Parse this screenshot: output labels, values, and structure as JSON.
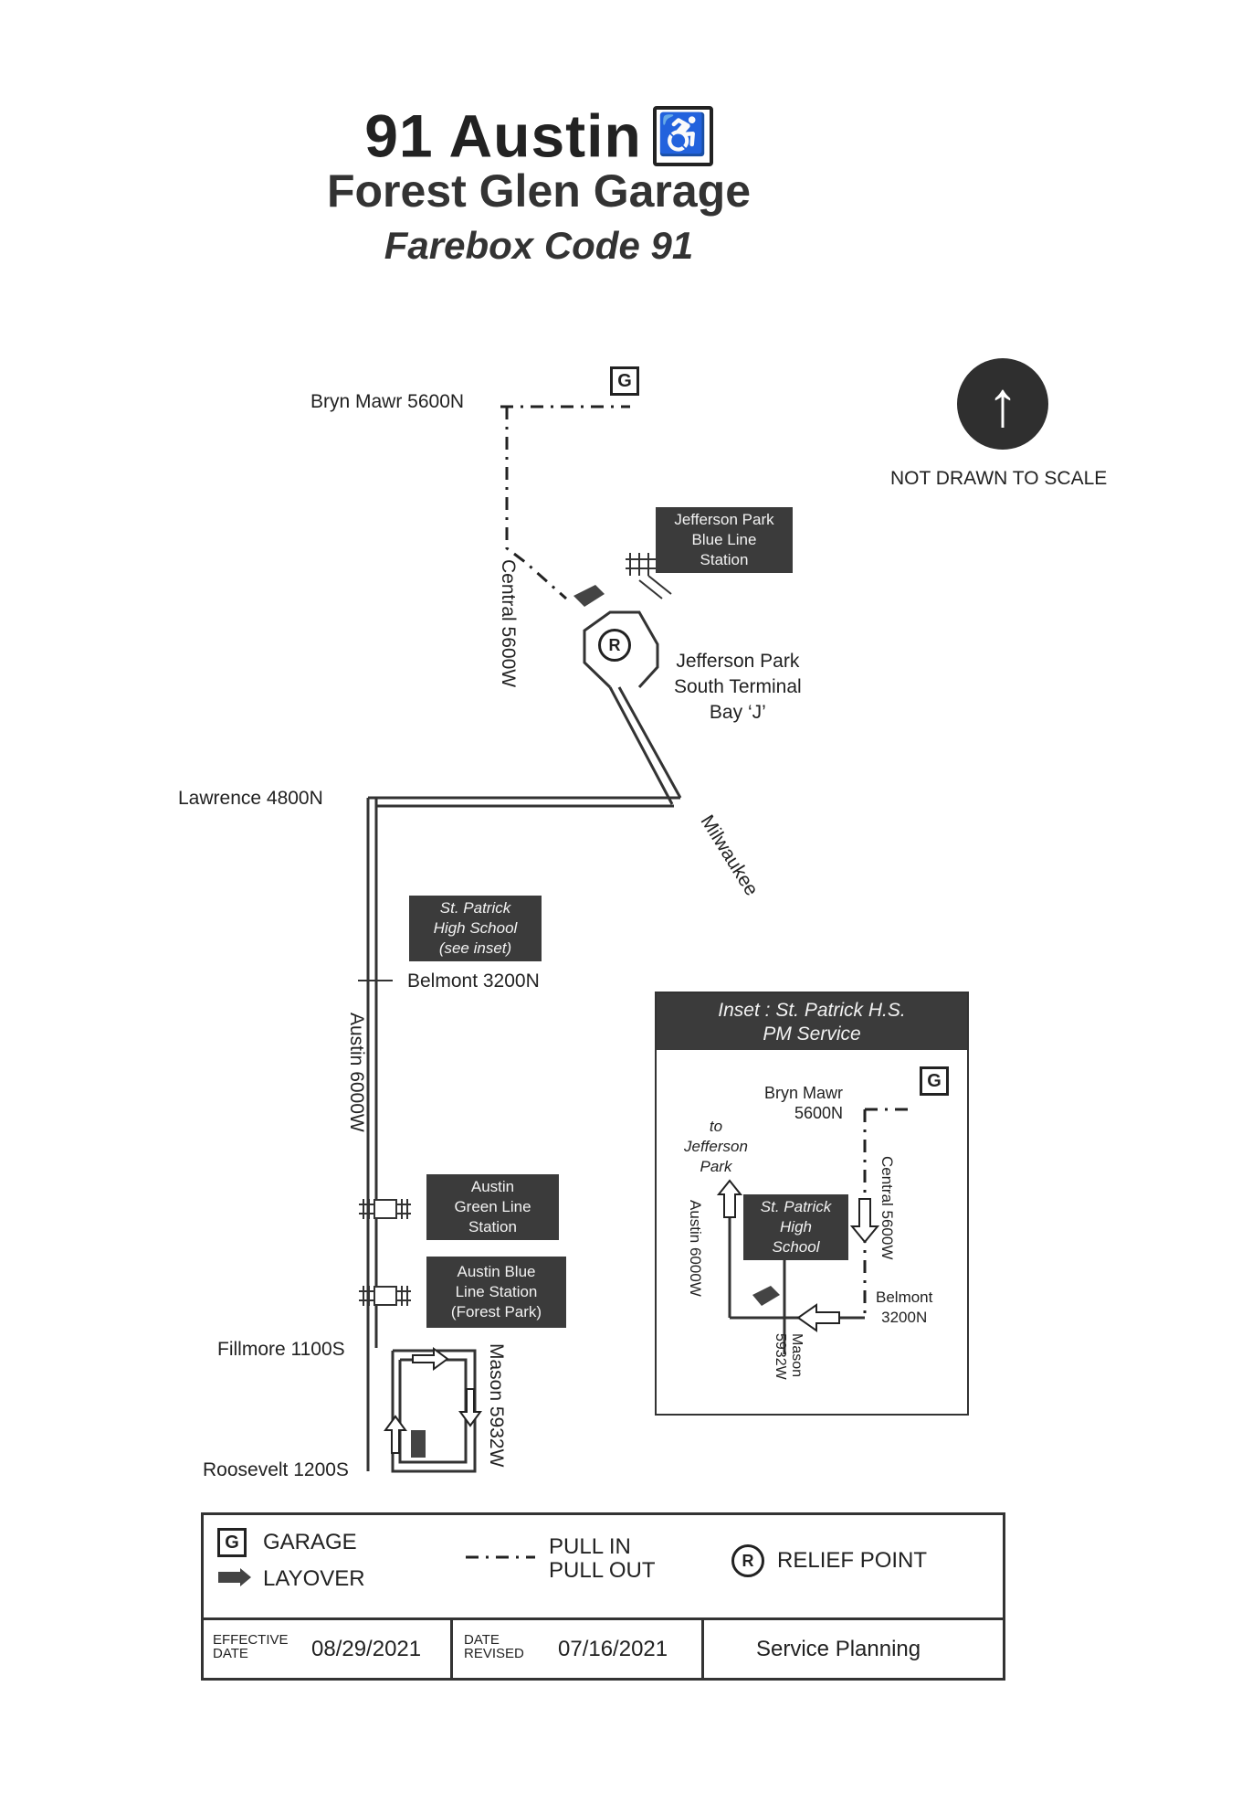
{
  "header": {
    "route": "91 Austin",
    "garage": "Forest Glen Garage",
    "farebox": "Farebox Code 91",
    "accessible_icon": "wheelchair-icon"
  },
  "map_labels": {
    "bryn_mawr": "Bryn Mawr 5600N",
    "central": "Central 5600W",
    "lawrence": "Lawrence 4800N",
    "milwaukee": "Milwaukee",
    "belmont": "Belmont 3200N",
    "austin": "Austin 6000W",
    "fillmore": "Fillmore 1100S",
    "roosevelt": "Roosevelt 1200S",
    "mason": "Mason 5932W",
    "terminal": [
      "Jefferson Park",
      "South Terminal",
      "Bay ‘J’"
    ],
    "not_to_scale": "NOT DRAWN TO SCALE",
    "garage_marker": "G",
    "relief_marker": "R"
  },
  "boxes": {
    "jefferson_blue": [
      "Jefferson Park",
      "Blue Line",
      "Station"
    ],
    "st_patrick": [
      "St. Patrick",
      "High School",
      "(see inset)"
    ],
    "austin_green": [
      "Austin",
      "Green Line",
      "Station"
    ],
    "austin_blue": [
      "Austin Blue",
      "Line Station",
      "(Forest Park)"
    ]
  },
  "inset": {
    "title": [
      "Inset : St. Patrick H.S.",
      "PM Service"
    ],
    "bryn_mawr": [
      "Bryn Mawr",
      "5600N"
    ],
    "to_jefferson": [
      "to",
      "Jefferson",
      "Park"
    ],
    "central": "Central 5600W",
    "austin": "Austin 6000W",
    "school": [
      "St. Patrick",
      "High",
      "School"
    ],
    "belmont": [
      "Belmont",
      "3200N"
    ],
    "mason": [
      "Mason",
      "5932W"
    ]
  },
  "legend": {
    "garage": "GARAGE",
    "layover": "LAYOVER",
    "pull_in": "PULL IN",
    "pull_out": "PULL OUT",
    "relief": "RELIEF POINT",
    "effective_label": [
      "EFFECTIVE",
      "DATE"
    ],
    "effective_date": "08/29/2021",
    "revised_label": [
      "DATE",
      "REVISED"
    ],
    "revised_date": "07/16/2021",
    "dept": "Service Planning"
  },
  "colors": {
    "ink": "#222222",
    "box_fill": "#3b3b3b"
  }
}
